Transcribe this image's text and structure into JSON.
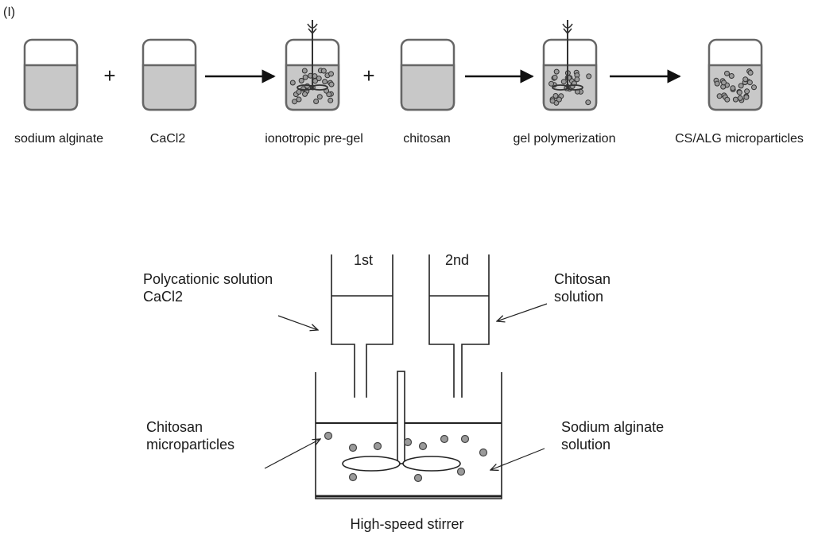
{
  "panel_label": "(I)",
  "top_flow": {
    "steps": [
      {
        "label": "sodium alginate",
        "contents": "liquid"
      },
      {
        "label": "CaCl2",
        "contents": "liquid"
      },
      {
        "label": "ionotropic pre-gel",
        "contents": "particles-stirred"
      },
      {
        "label": "chitosan",
        "contents": "liquid"
      },
      {
        "label": "gel polymerization",
        "contents": "particles-stirred"
      },
      {
        "label": "CS/ALG microparticles",
        "contents": "particles"
      }
    ],
    "plus_symbol": "+",
    "arrow_symbol": "→"
  },
  "setup": {
    "syringe_1_label": "1st",
    "syringe_2_label": "2nd",
    "left_top_label": "Polycationic solution\nCaCl2",
    "right_top_label": "Chitosan\nsolution",
    "left_bottom_label": "Chitosan\nmicroparticles",
    "right_bottom_label": "Sodium alginate\nsolution",
    "caption": "High-speed stirrer"
  },
  "colors": {
    "liquid_fill": "#c8c8c8",
    "outline": "#555555",
    "particle": "#9a9a9a",
    "stroke": "#111111"
  }
}
